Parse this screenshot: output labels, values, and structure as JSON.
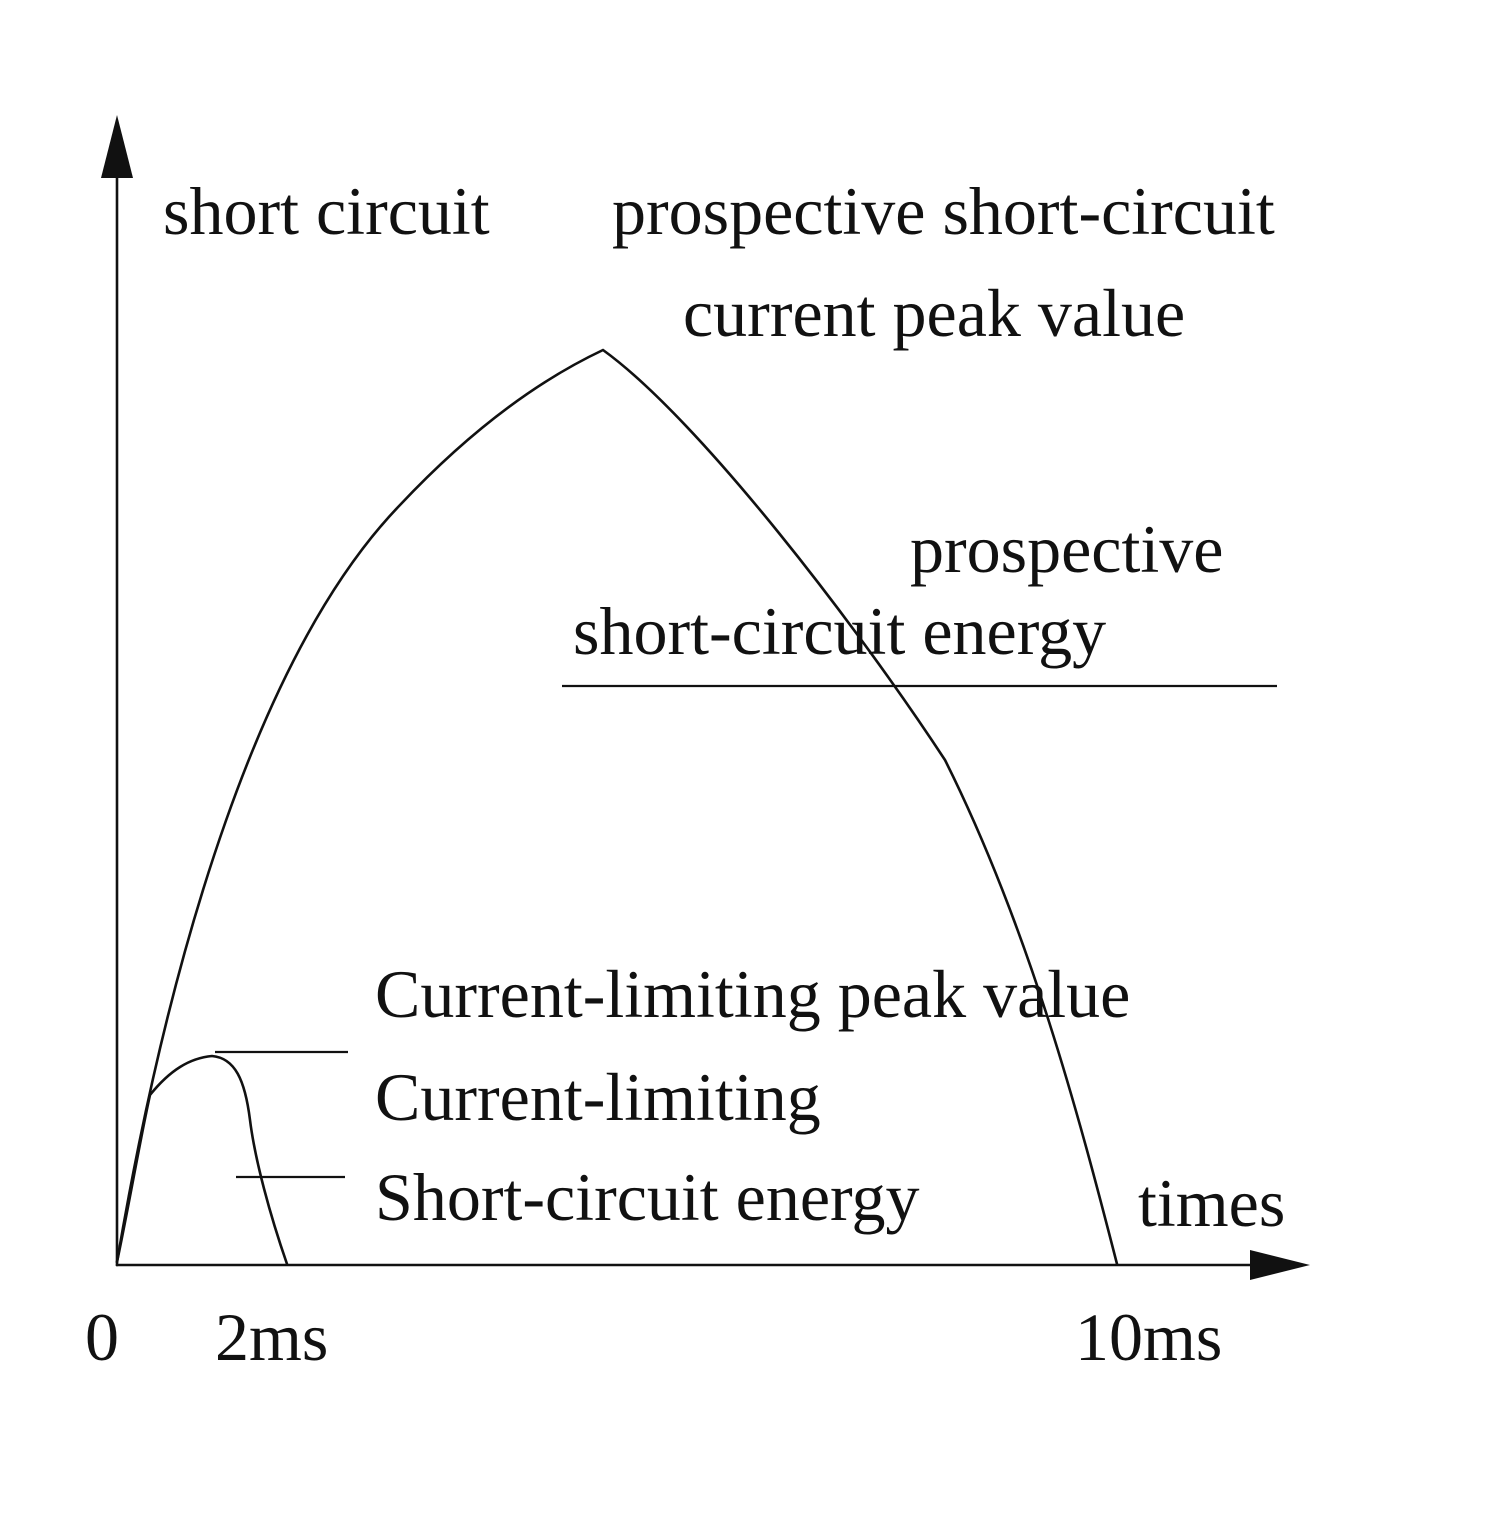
{
  "axes": {
    "y_label": "short circuit",
    "x_label": "times"
  },
  "ticks": {
    "origin": "0",
    "t2": "2ms",
    "t10": "10ms"
  },
  "labels": {
    "prospective_peak_line1": "prospective short-circuit",
    "prospective_peak_line2": "current peak value",
    "prospective_energy_line1": "prospective",
    "prospective_energy_line2": "short-circuit energy",
    "limiting_peak": "Current-limiting peak value",
    "limiting_energy_line1": "Current-limiting",
    "limiting_energy_line2": "Short-circuit  energy"
  },
  "colors": {
    "ink": "#111111",
    "background": "#ffffff"
  }
}
